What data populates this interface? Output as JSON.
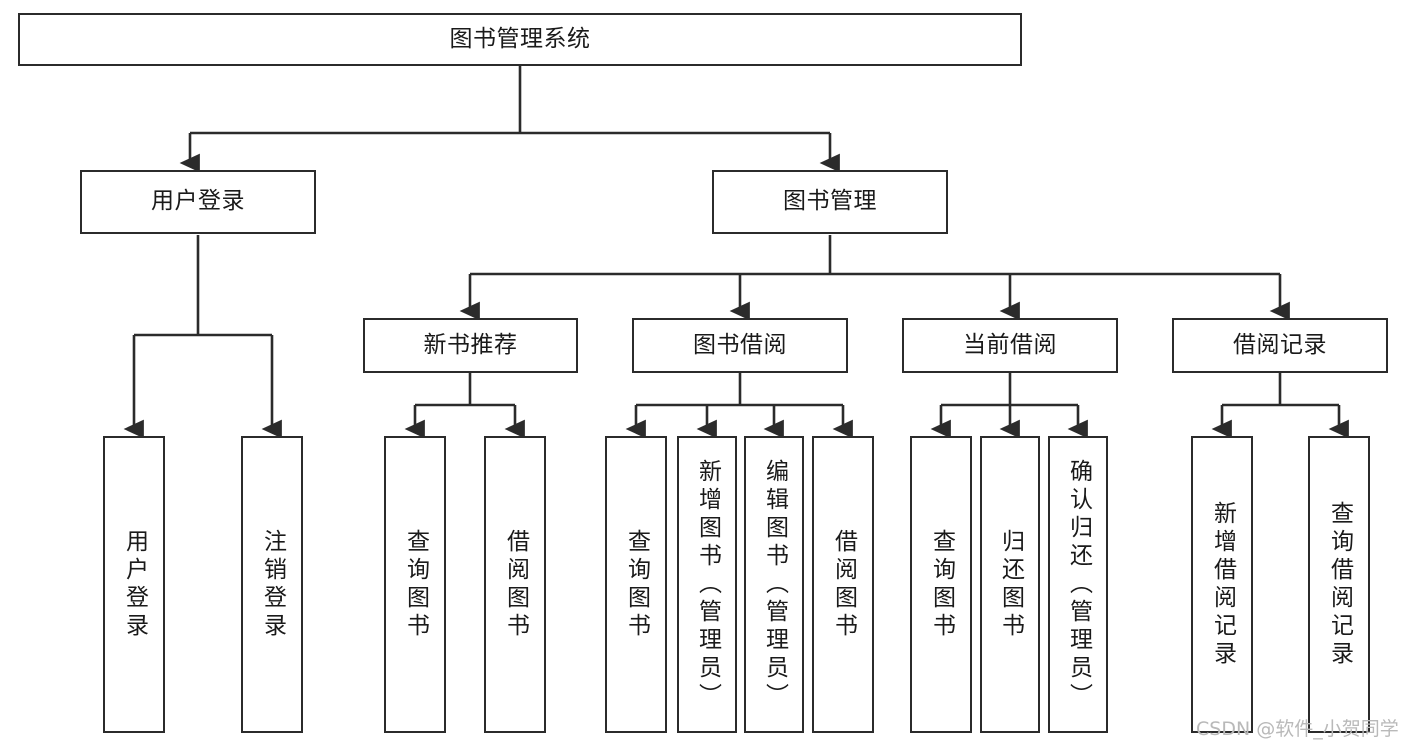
{
  "diagram": {
    "title": "图书管理系统",
    "watermark": "CSDN @软件_小贺同学",
    "colors": {
      "stroke": "#2b2b2b",
      "fill": "#ffffff",
      "text": "#1a1a1a",
      "watermark": "#b9b9b9"
    },
    "nodes": {
      "root": {
        "label": "图书管理系统"
      },
      "level2": [
        {
          "label": "用户登录"
        },
        {
          "label": "图书管理"
        }
      ],
      "level3": [
        {
          "label": "新书推荐"
        },
        {
          "label": "图书借阅"
        },
        {
          "label": "当前借阅"
        },
        {
          "label": "借阅记录"
        }
      ],
      "leaves": {
        "user_login": [
          {
            "label": "用户登录"
          },
          {
            "label": "注销登录"
          }
        ],
        "new_book": [
          {
            "label": "查询图书"
          },
          {
            "label": "借阅图书"
          }
        ],
        "book_borrow": [
          {
            "label": "查询图书"
          },
          {
            "label": "新增图书（管理员）"
          },
          {
            "label": "编辑图书（管理员）"
          },
          {
            "label": "借阅图书"
          }
        ],
        "current_borrow": [
          {
            "label": "查询图书"
          },
          {
            "label": "归还图书"
          },
          {
            "label": "确认归还（管理员）"
          }
        ],
        "borrow_record": [
          {
            "label": "新增借阅记录"
          },
          {
            "label": "查询借阅记录"
          }
        ]
      }
    }
  }
}
